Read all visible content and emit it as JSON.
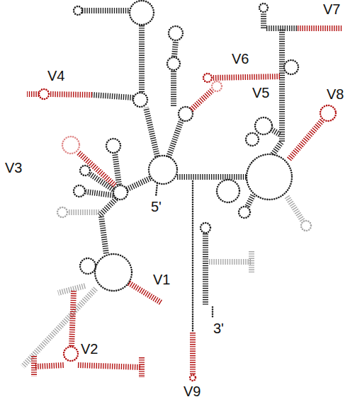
{
  "diagram": {
    "labels": [
      "V7",
      "V6",
      "V4",
      "V8",
      "V5",
      "V3",
      "5'",
      "V1",
      "3'",
      "V2",
      "V9"
    ]
  }
}
